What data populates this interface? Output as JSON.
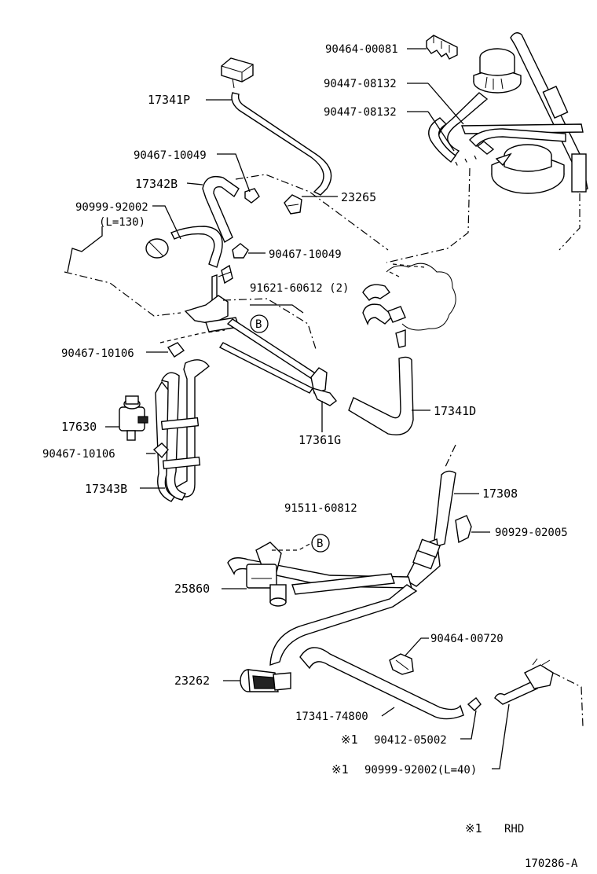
{
  "labels": {
    "p90464_00081": "90464-00081",
    "p90447_08132_a": "90447-08132",
    "p90447_08132_b": "90447-08132",
    "p17341P": "17341P",
    "p90467_10049_a": "90467-10049",
    "p17342B": "17342B",
    "p23265": "23265",
    "p90999_92002": "90999-92002",
    "l130": "(L=130)",
    "p90467_10049_b": "90467-10049",
    "p91621_60612": "91621-60612 (2)",
    "refB1": "B",
    "p90467_10106_a": "90467-10106",
    "p17630": "17630",
    "p90467_10106_b": "90467-10106",
    "p17343B": "17343B",
    "p17361G": "17361G",
    "p17341D": "17341D",
    "p17308": "17308",
    "p91511_60812": "91511-60812",
    "refB2": "B",
    "p90929_02005": "90929-02005",
    "p25860": "25860",
    "p90464_00720": "90464-00720",
    "p23262": "23262",
    "p17341_74800": "17341-74800",
    "mark1": "※1",
    "p90412_05002": "90412-05002",
    "mark2": "※1",
    "p90999_92002_l40": "90999-92002(L=40)",
    "legend_mark": "※1",
    "legend_text": "RHD",
    "diagram_id": "170286-A"
  }
}
